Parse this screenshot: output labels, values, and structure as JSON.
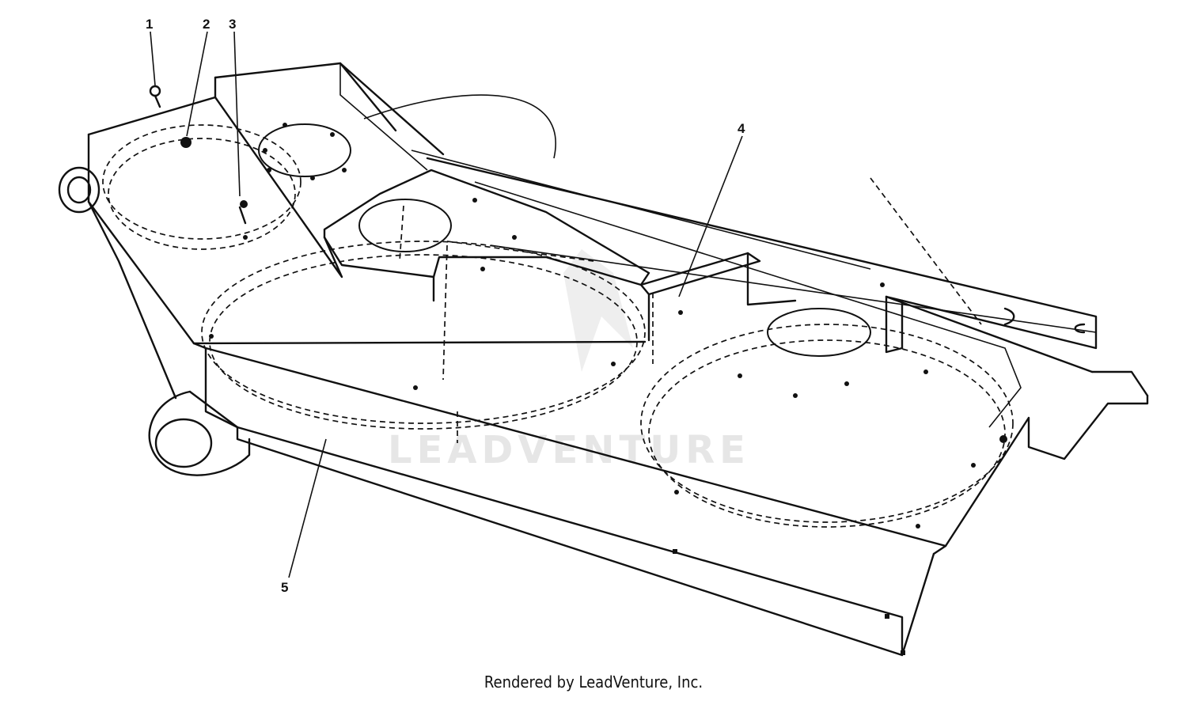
{
  "diagram": {
    "callouts": [
      "1",
      "2",
      "3",
      "4",
      "5"
    ],
    "watermark": "LEADVENTURE",
    "caption": "Rendered by LeadVenture, Inc."
  }
}
